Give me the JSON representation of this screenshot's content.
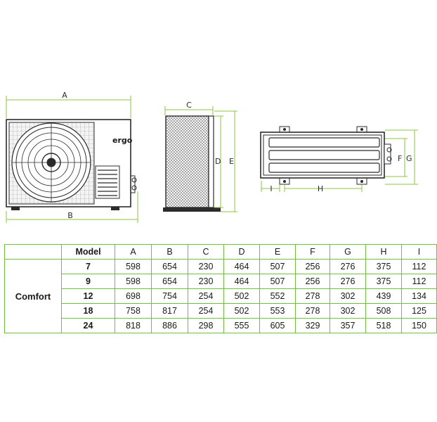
{
  "diagram": {
    "logo": "ergo",
    "labels": {
      "a": "A",
      "b": "B",
      "c": "C",
      "d": "D",
      "e": "E",
      "f": "F",
      "g": "G",
      "h": "H",
      "i": "I"
    }
  },
  "table": {
    "series": "Comfort",
    "columns": [
      "Model",
      "A",
      "B",
      "C",
      "D",
      "E",
      "F",
      "G",
      "H",
      "I"
    ],
    "rows": [
      [
        "7",
        "598",
        "654",
        "230",
        "464",
        "507",
        "256",
        "276",
        "375",
        "112"
      ],
      [
        "9",
        "598",
        "654",
        "230",
        "464",
        "507",
        "256",
        "276",
        "375",
        "112"
      ],
      [
        "12",
        "698",
        "754",
        "254",
        "502",
        "552",
        "278",
        "302",
        "439",
        "134"
      ],
      [
        "18",
        "758",
        "817",
        "254",
        "502",
        "553",
        "278",
        "302",
        "508",
        "125"
      ],
      [
        "24",
        "818",
        "886",
        "298",
        "555",
        "605",
        "329",
        "357",
        "518",
        "150"
      ]
    ]
  },
  "colors": {
    "dimension": "#8cc63f",
    "table_border": "#6fbe3f",
    "outline": "#2b2b2b"
  }
}
